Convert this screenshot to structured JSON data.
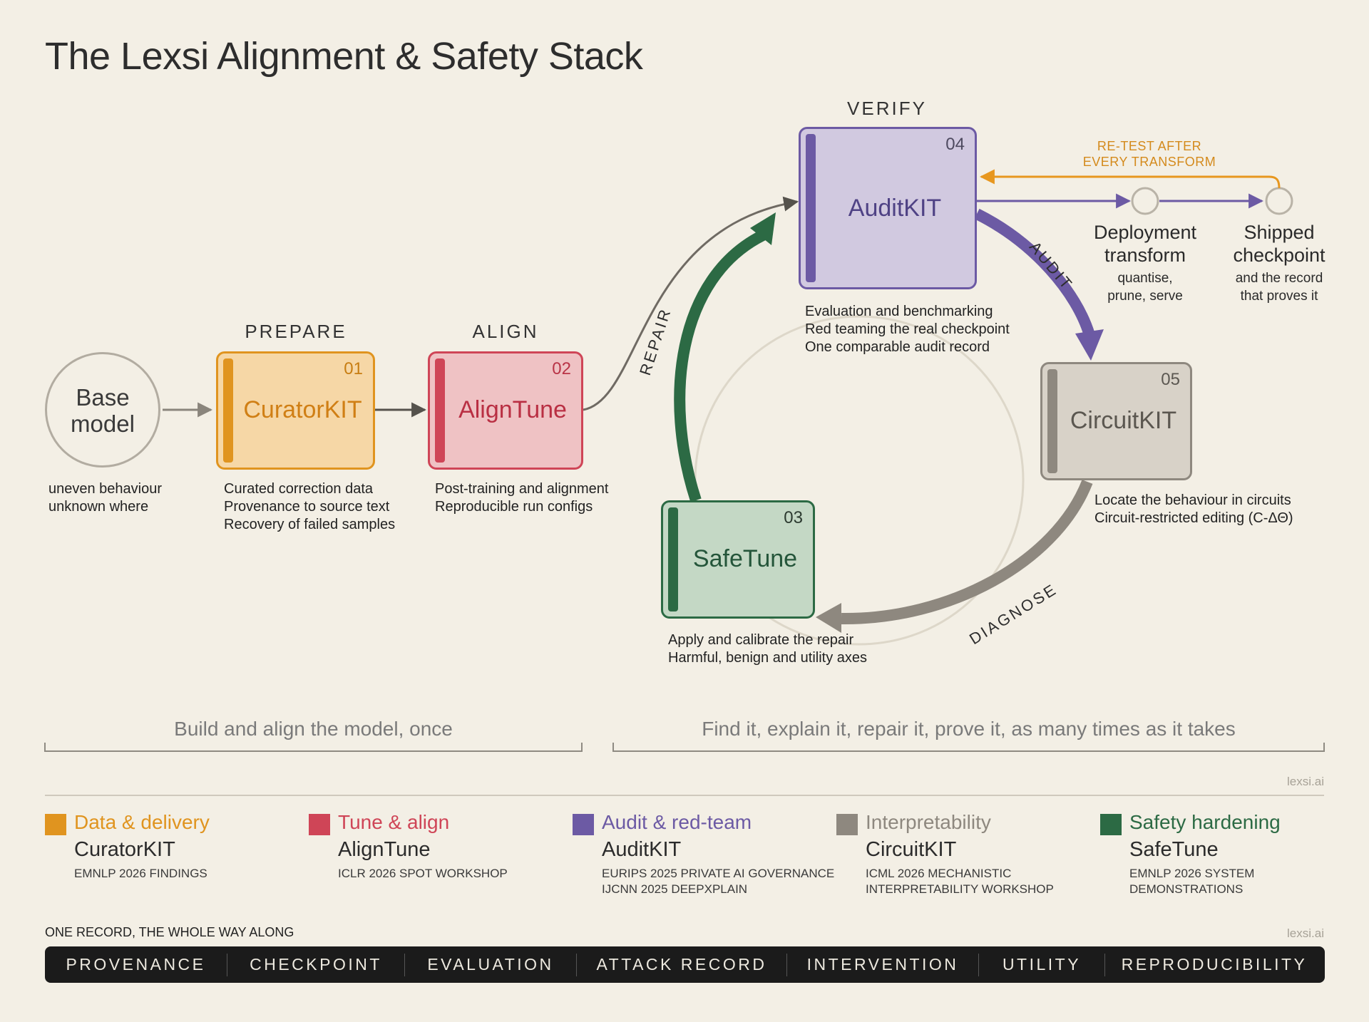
{
  "title": "The Lexsi Alignment & Safety Stack",
  "colors": {
    "background": "#f3efe5",
    "curator": "#e0941f",
    "aligntune": "#cf4557",
    "auditkit": "#6c5aa4",
    "circuitkit": "#8e887f",
    "safetune": "#2c6a44",
    "retest": "#e7971f"
  },
  "base": {
    "label_line1": "Base",
    "label_line2": "model",
    "desc": [
      "uneven behaviour",
      "unknown where"
    ]
  },
  "stages": {
    "prepare": "PREPARE",
    "align": "ALIGN",
    "verify": "VERIFY"
  },
  "nodes": {
    "curator": {
      "num": "01",
      "name": "CuratorKIT",
      "desc": [
        "Curated correction data",
        "Provenance to source text",
        "Recovery of failed samples"
      ]
    },
    "aligntune": {
      "num": "02",
      "name": "AlignTune",
      "desc": [
        "Post-training and alignment",
        "Reproducible run configs"
      ]
    },
    "safetune": {
      "num": "03",
      "name": "SafeTune",
      "desc": [
        "Apply and calibrate the repair",
        "Harmful, benign and utility axes"
      ]
    },
    "auditkit": {
      "num": "04",
      "name": "AuditKIT",
      "desc": [
        "Evaluation and benchmarking",
        "Red teaming the real checkpoint",
        "One comparable audit record"
      ]
    },
    "circuitkit": {
      "num": "05",
      "name": "CircuitKIT",
      "desc": [
        "Locate the behaviour in circuits",
        "Circuit-restricted editing (C-ΔΘ)"
      ]
    }
  },
  "loop_labels": {
    "repair": "REPAIR",
    "audit": "AUDIT",
    "diagnose": "DIAGNOSE"
  },
  "retest": {
    "line1": "RE-TEST AFTER",
    "line2": "EVERY TRANSFORM"
  },
  "deployment": {
    "title_line1": "Deployment",
    "title_line2": "transform",
    "sub_line1": "quantise,",
    "sub_line2": "prune, serve"
  },
  "shipped": {
    "title_line1": "Shipped",
    "title_line2": "checkpoint",
    "sub_line1": "and the record",
    "sub_line2": "that proves it"
  },
  "brackets": {
    "left": "Build and align the model, once",
    "right": "Find it, explain it, repair it, prove it, as many times as it takes"
  },
  "watermark": "lexsi.ai",
  "legend": [
    {
      "category": "Data & delivery",
      "name": "CuratorKIT",
      "venues": [
        "EMNLP 2026 FINDINGS"
      ],
      "color": "#e0941f"
    },
    {
      "category": "Tune & align",
      "name": "AlignTune",
      "venues": [
        "ICLR 2026 SPOT WORKSHOP"
      ],
      "color": "#cf4557"
    },
    {
      "category": "Audit & red-team",
      "name": "AuditKIT",
      "venues": [
        "EURIPS 2025 PRIVATE AI GOVERNANCE",
        "IJCNN 2025 DEEPXPLAIN"
      ],
      "color": "#6c5aa4"
    },
    {
      "category": "Interpretability",
      "name": "CircuitKIT",
      "venues": [
        "ICML 2026 MECHANISTIC",
        "INTERPRETABILITY WORKSHOP"
      ],
      "color": "#8e887f"
    },
    {
      "category": "Safety hardening",
      "name": "SafeTune",
      "venues": [
        "EMNLP 2026 SYSTEM",
        "DEMONSTRATIONS"
      ],
      "color": "#2c6a44"
    }
  ],
  "record": {
    "label": "ONE RECORD, THE WHOLE WAY ALONG",
    "items": [
      "PROVENANCE",
      "CHECKPOINT",
      "EVALUATION",
      "ATTACK RECORD",
      "INTERVENTION",
      "UTILITY",
      "REPRODUCIBILITY"
    ]
  }
}
